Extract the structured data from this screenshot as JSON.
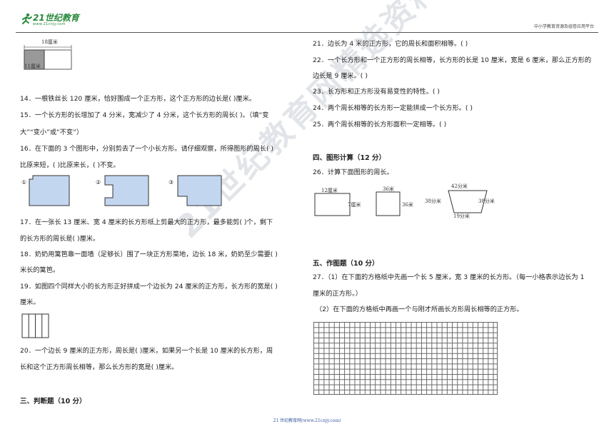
{
  "header": {
    "logo_text": "21世纪教育",
    "logo_url": "www.21cnjy.com",
    "right_text": "中小学教育资源及组卷应用平台"
  },
  "footer": {
    "text": "21 世纪教育网(www.21cnjy.com)"
  },
  "watermark": "21世纪教育网精选资料",
  "left": {
    "fig13": {
      "top_label": "18厘米",
      "bottom_label": "11厘米"
    },
    "q14": "14．一根铁丝长 120 厘米，恰好围成一个正方形，这个正方形的边长是(          )厘米。",
    "q15a": "15．一个长方形的长增加了 4 分米，宽减少了 4 分米，这个长方形的周长(          )。（填“变",
    "q15b": "大”“变小”或“不变”）",
    "q16a": "16．在下面的 3 个图形中，分别剪去了一个小长方形。请仔细观察，所得图形的周长(          )",
    "q16b": "比原来短，(          )比原来长，(          )不变。",
    "fig16": {
      "labels": [
        "①",
        "②",
        "③"
      ]
    },
    "q17a": "17．在一张长 13 厘米、宽 4 厘米的长方形纸上剪最大的正方形，最多能剪(          )个，剩下",
    "q17b": "的长方形的周长是(          )厘米。",
    "q18a": "18．奶奶用篱笆靠一面墙（足够长）围了一块正方形菜地，边长 18 米，奶奶至少需要(          )",
    "q18b": "米长的篱笆。",
    "q19a": "19．如图四个同样大小的长方形正好拼成一个边长为 24 厘米的正方形，长方形的宽是(          )",
    "q19b": "厘米。",
    "q20a": "20．一个边长 9 厘米的正方形，周长是(          )厘米，如果另一个长是 10 厘米的长方形，周",
    "q20b": "长和这个正方形周长相等，那么长方形的宽是(          )厘米。",
    "section3": "三、判断题（10 分）"
  },
  "right": {
    "q21": "21．边长为 4 米的正方形，它的周长和面积相等。(          )",
    "q22a": "22．一个长方形和一个正方形的周长相等，长方形的长是 10 厘米，宽是 6 厘米，那么正方形的",
    "q22b": "边长是 9 厘米。(          )",
    "q23": "23．长方形和正方形没有易变性的特性。(          )",
    "q24": "24．两个周长相等的长方形一定能拼成一个长方形。(          )",
    "q25": "25．两个周长相等的长方形面积一定相等。(          )",
    "section4": "四、图形计算（12 分）",
    "q26": "26．计算下面图形的周长。",
    "fig26": {
      "rect_top": "12厘米",
      "rect_right": "7厘米",
      "square_top": "36米",
      "square_right": "36米",
      "trap_top": "42分米",
      "trap_left": "38分米",
      "trap_right": "38分米",
      "trap_bottom": "19分米"
    },
    "section5": "五、作图题（10 分）",
    "q27a": "27．（1）在下面的方格纸中先画一个长 5 厘米，宽 3 厘米的长方形。（每一小格表示边长为 1",
    "q27b": "厘米的正方形。）",
    "q27c": "（2）在下面的方格纸中再画一个与刚才所画长方形周长相等的正方形。"
  }
}
